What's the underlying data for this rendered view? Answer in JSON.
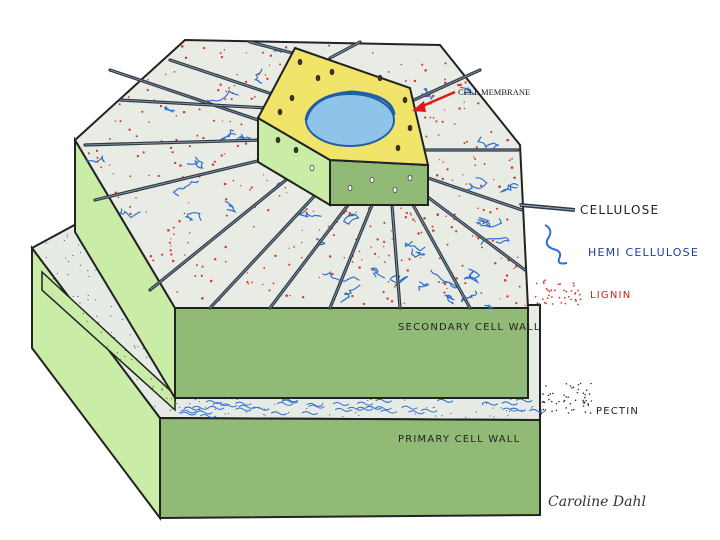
{
  "labels": {
    "cell_membrane": "CELL MEMBRANE",
    "cellulose": "CELLULOSE",
    "hemicellulose": "HEMI CELLULOSE",
    "lignin": "LIGNIN",
    "secondary_cell_wall": "SECONDARY CELL WALL",
    "pectin": "PECTIN",
    "primary_cell_wall": "PRIMARY CELL WALL"
  },
  "signature": "Caroline Dahl",
  "colors": {
    "wall_light_green": "#c9eca6",
    "wall_dark_green": "#92ba77",
    "top_surface": "#e8ece4",
    "cellulose_fiber": "#2f3a45",
    "hemicellulose": "#2f6fd0",
    "lignin": "#d43a2a",
    "membrane_yellow": "#f1e46a",
    "vacuole_blue": "#8fc4ea",
    "arrow_red": "#e01818"
  }
}
